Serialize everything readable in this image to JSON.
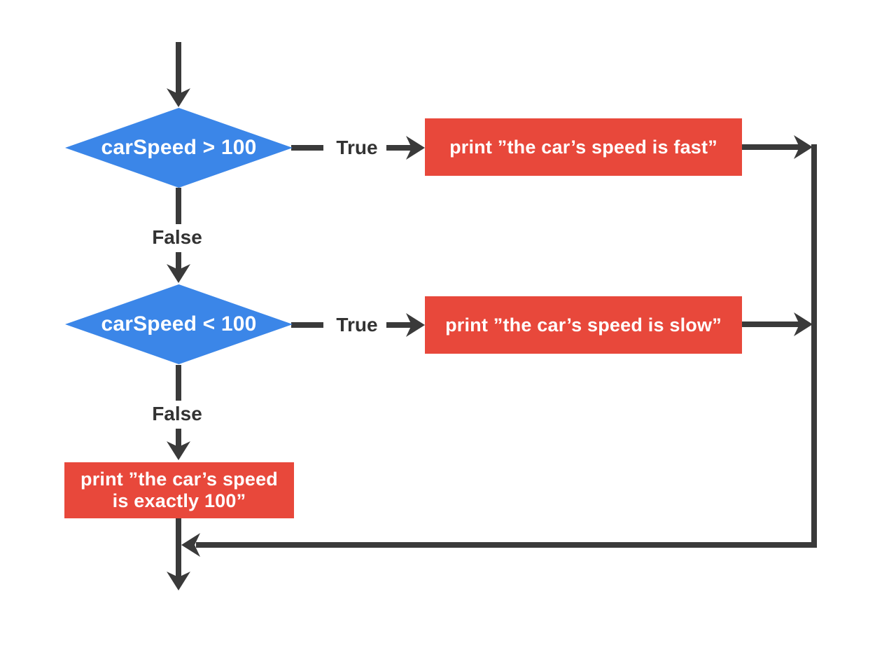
{
  "colors": {
    "background": "#ffffff",
    "decision_fill": "#3b86e8",
    "process_fill": "#e8483b",
    "arrow": "#3a3a3a",
    "edge_label": "#333333",
    "node_text": "#ffffff"
  },
  "nodes": {
    "decision_1": "carSpeed > 100",
    "process_fast": "print ”the car’s speed is fast”",
    "decision_2": "carSpeed < 100",
    "process_slow": "print ”the car’s speed is slow”",
    "process_exact_line1": "print ”the car’s speed",
    "process_exact_line2": "is exactly 100”"
  },
  "edges": {
    "true_1": "True",
    "false_1": "False",
    "true_2": "True",
    "false_2": "False"
  }
}
